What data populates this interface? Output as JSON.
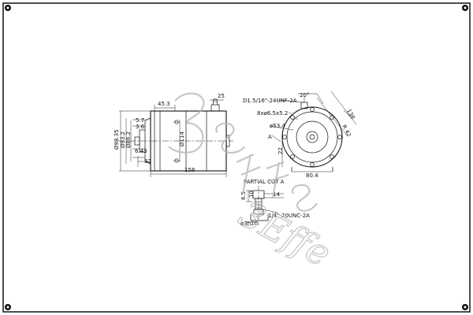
{
  "colors": {
    "line": "#111111",
    "frame": "#222222",
    "background": "#ffffff",
    "watermark": "#b0b0b0"
  },
  "icons": {
    "corner": "corner-rivet-icon",
    "watermark": "watermark-logo"
  },
  "side_view": {
    "dims": {
      "d_45_3": "45.3",
      "d_25": "25",
      "d_5_7": "5.7",
      "d_3_6": "3.6",
      "d_98_35": "Ø98.35",
      "d_93_2": "Ø93.2",
      "d_86_2": "Ø86.2",
      "d_6_43": "6.43",
      "d_114": "Ø114",
      "d_32": "32",
      "d_158": "158"
    }
  },
  "end_view": {
    "dims": {
      "thread": "D1.5/16\"-24UNF-2A",
      "d_20": "20°",
      "holes": "8xø6.5x5.2",
      "d_53_4": "ø53.4",
      "label_a": "A",
      "d_22": "22",
      "d_80_4": "80.4",
      "d_138": "138",
      "d_r_42": "R 42"
    }
  },
  "partial_cut": {
    "title": "PARTIAL CUT A",
    "dims": {
      "d_6_5": "6.5",
      "d_10": "10",
      "d_14": "14",
      "thread": "1/4\"-20UNC-2A",
      "d_3h10": "ø3h10"
    }
  },
  "watermark": {
    "text": "3Effe"
  }
}
